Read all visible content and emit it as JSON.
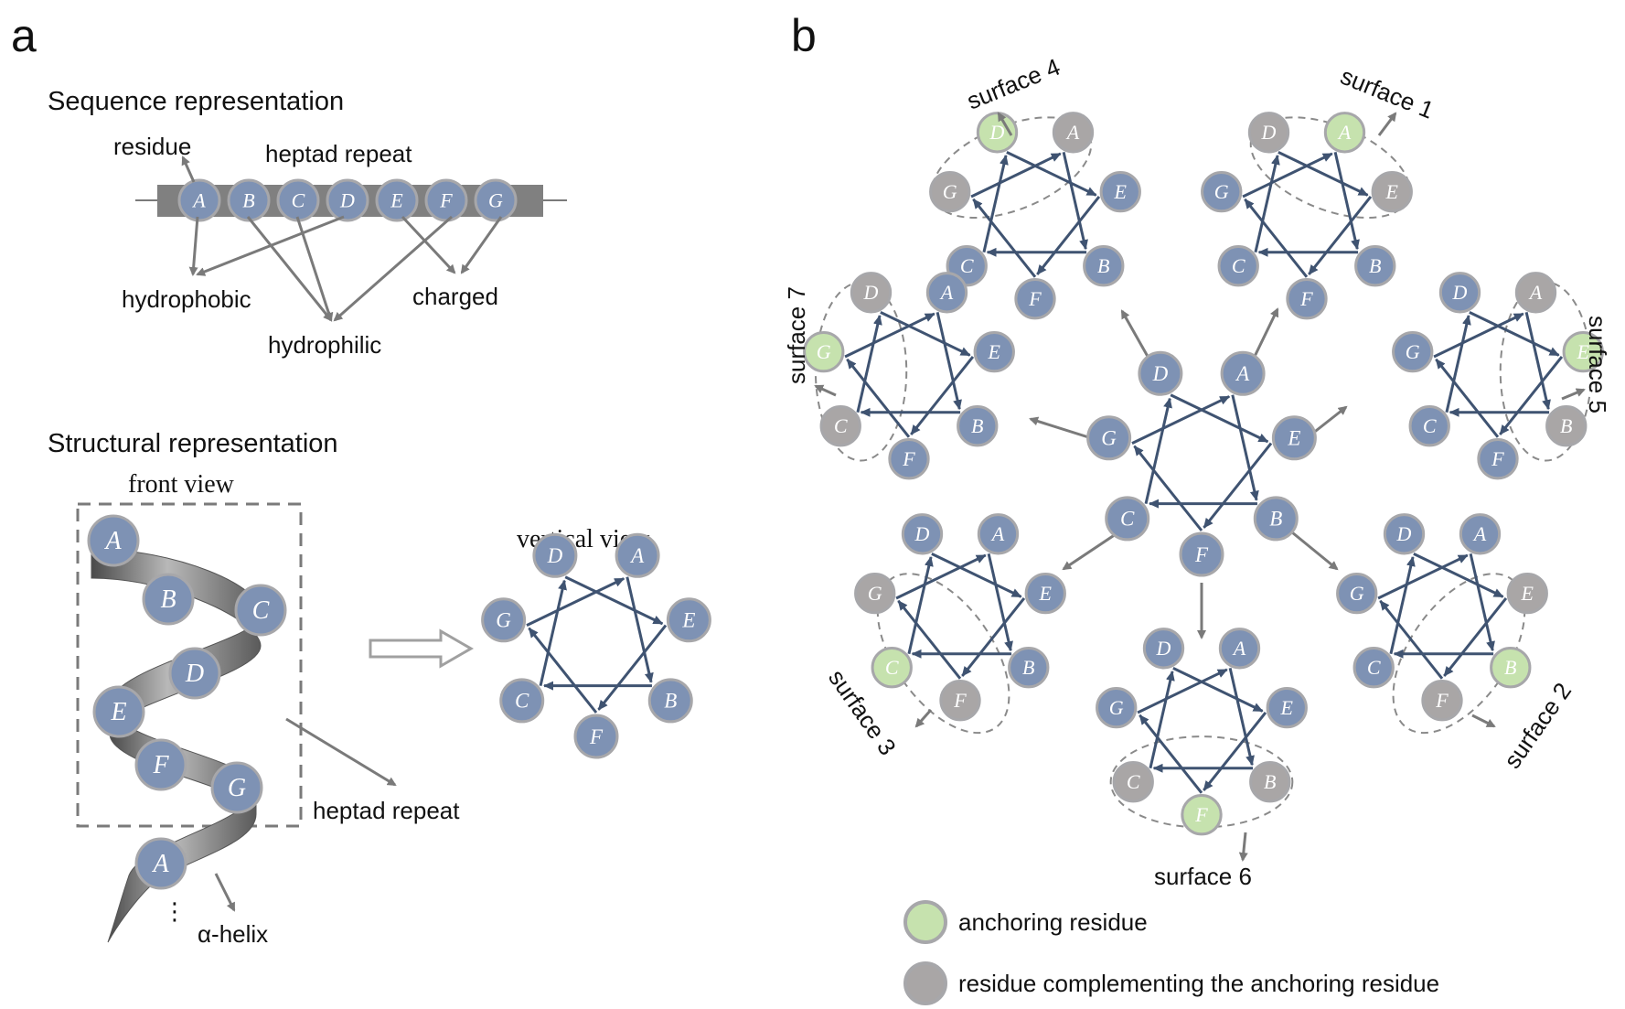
{
  "colors": {
    "residue_fill": "#7e92b4",
    "residue_stroke": "#a7a7aa",
    "anchor_fill": "#c6e2ae",
    "complement_fill": "#a9a6a6",
    "wheel_line": "#3f5371",
    "gray_arrow": "#7a7a7a"
  },
  "panel_a": {
    "label": "a",
    "sequence": {
      "title": "Sequence representation",
      "residues": [
        "A",
        "B",
        "C",
        "D",
        "E",
        "F",
        "G"
      ],
      "labels": {
        "residue": "residue",
        "heptad": "heptad repeat",
        "hydrophobic": "hydrophobic",
        "hydrophilic": "hydrophilic",
        "charged": "charged"
      }
    },
    "structural": {
      "title": "Structural representation",
      "front_view": "front view",
      "vertical_view": "vertical view",
      "helix_residues": [
        "A",
        "B",
        "C",
        "D",
        "E",
        "F",
        "G",
        "A"
      ],
      "heptad_label": "heptad repeat",
      "helix_label": "α-helix",
      "ellipsis": "⋮"
    }
  },
  "panel_b": {
    "label": "b",
    "wheel_residues": [
      "A",
      "B",
      "C",
      "D",
      "E",
      "F",
      "G"
    ],
    "surfaces": [
      {
        "label": "surface 4",
        "anchor": "D",
        "complements": [
          "A",
          "G"
        ]
      },
      {
        "label": "surface 1",
        "anchor": "A",
        "complements": [
          "D",
          "E"
        ]
      },
      {
        "label": "surface 7",
        "anchor": "G",
        "complements": [
          "D",
          "C"
        ]
      },
      {
        "label": "surface 5",
        "anchor": "E",
        "complements": [
          "A",
          "B"
        ]
      },
      {
        "label": "surface 3",
        "anchor": "C",
        "complements": [
          "G",
          "F"
        ]
      },
      {
        "label": "surface 2",
        "anchor": "B",
        "complements": [
          "E",
          "F"
        ]
      },
      {
        "label": "surface 6",
        "anchor": "F",
        "complements": [
          "C",
          "B"
        ]
      }
    ],
    "legend": {
      "anchor": "anchoring residue",
      "complement": "residue complementing the anchoring residue"
    }
  }
}
